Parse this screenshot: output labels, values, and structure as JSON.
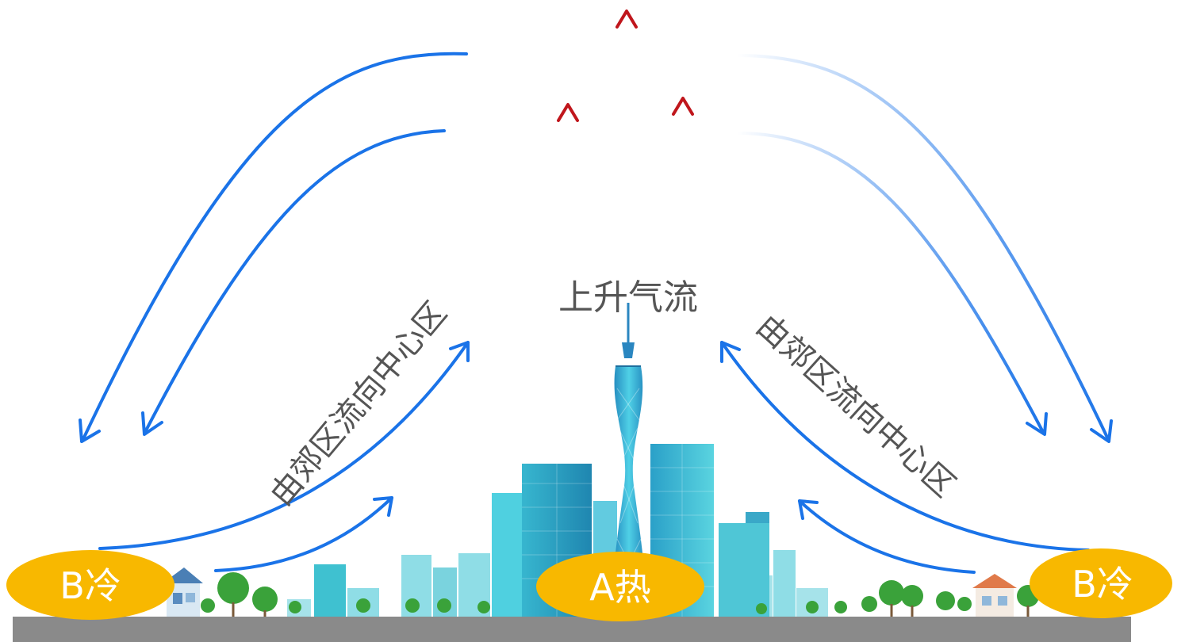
{
  "labels": {
    "rising_air": "上升气流",
    "flow_left": "由郊区流向中心区",
    "flow_right": "由郊区流向中心区"
  },
  "badges": {
    "left": "B冷",
    "center": "A热",
    "right": "B冷"
  },
  "colors": {
    "blue_arrow": "#1a73e8",
    "red_arrow": "#c0161c",
    "badge_fill": "#f8b800",
    "ground": "#8a8a8a",
    "building_teal": "#3fc1d0",
    "tree_green": "#3aa23a"
  }
}
